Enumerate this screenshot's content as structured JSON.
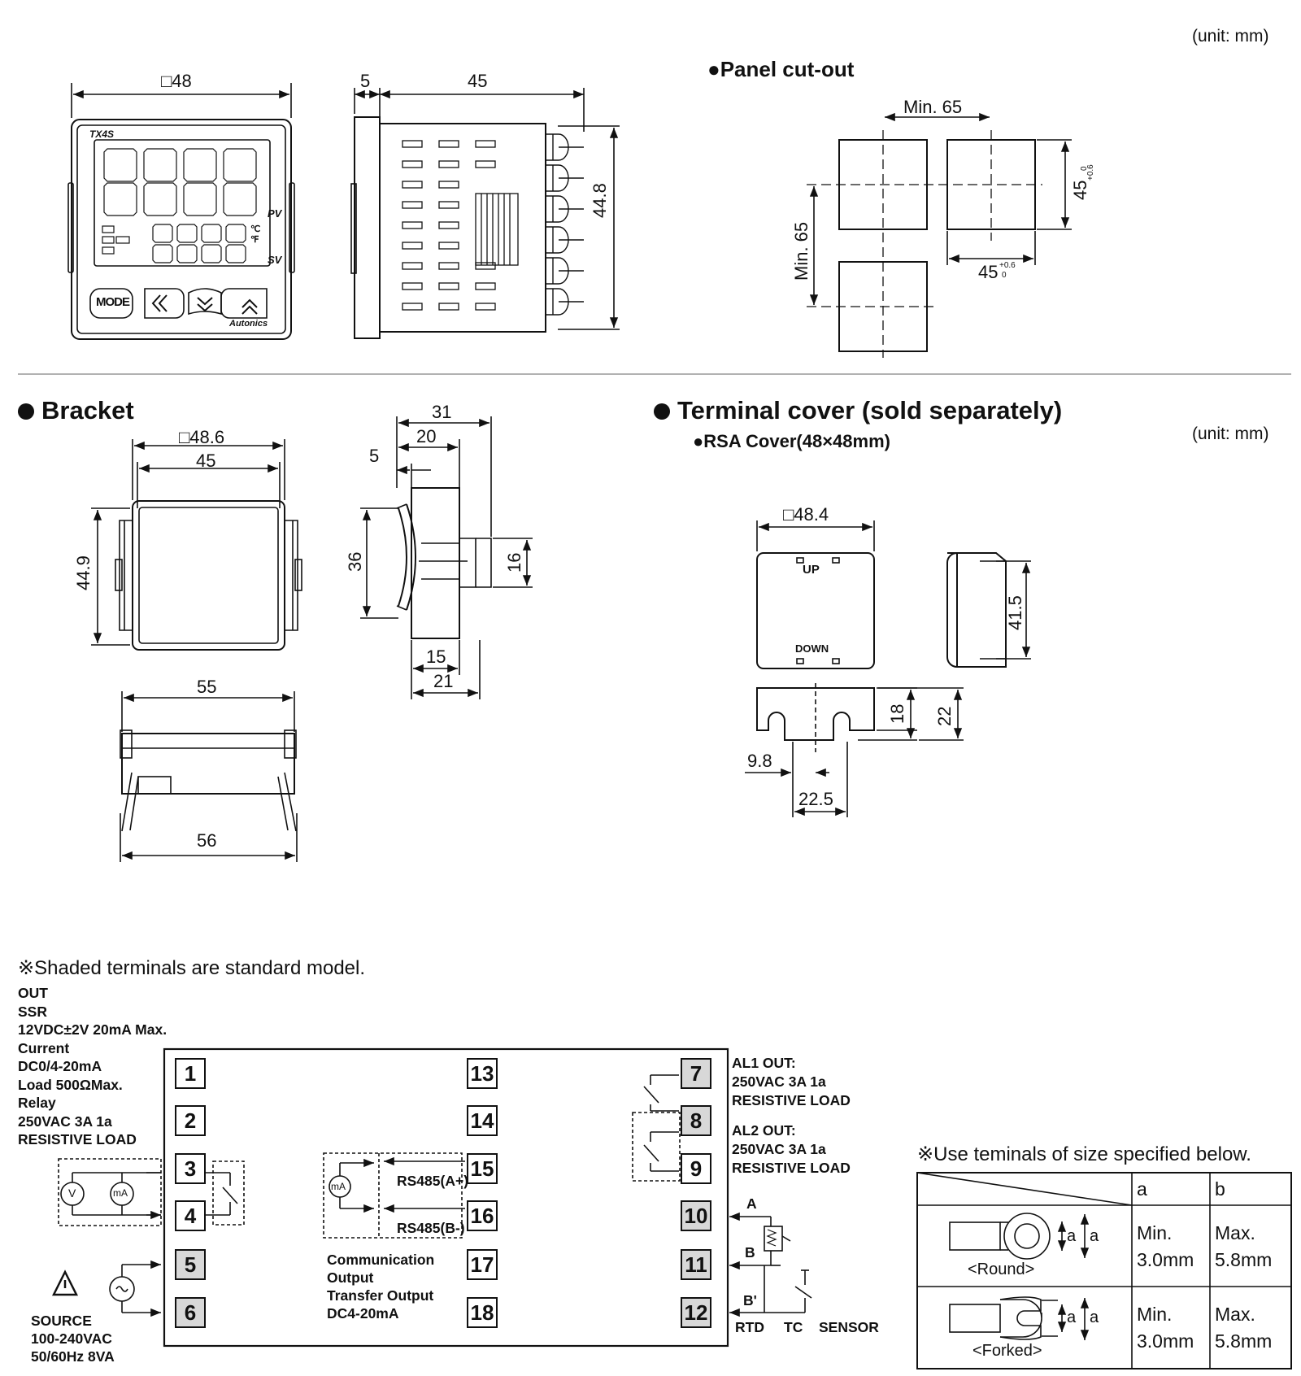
{
  "units": {
    "top": "(unit: mm)",
    "terminal_cover": "(unit: mm)"
  },
  "front_view": {
    "width_dim": "□48",
    "brand_model": "TX4S",
    "pv_label": "PV",
    "sv_label": "SV",
    "mode_key": "MODE",
    "brand": "Autonics",
    "unit_c": "℃",
    "unit_f": "℉"
  },
  "side_view": {
    "bezel_dim": "5",
    "depth_dim": "45",
    "height_dim": "44.8"
  },
  "panel_cutout": {
    "title": "●Panel cut-out",
    "min_h": "Min. 65",
    "min_v": "Min. 65",
    "cut_h": "45",
    "cut_v": "45",
    "tol_plus": "+0.6",
    "tol_zero": "0"
  },
  "bracket": {
    "title": "Bracket",
    "front": {
      "outer": "□48.6",
      "inner": "45",
      "height": "44.9"
    },
    "side": {
      "d31": "31",
      "d20": "20",
      "d5": "5",
      "d36": "36",
      "d16": "16",
      "d15": "15",
      "d21": "21"
    },
    "bottom": {
      "d55": "55",
      "d56": "56"
    }
  },
  "terminal_cover": {
    "title": "Terminal cover (sold separately)",
    "subtitle": "●RSA Cover(48×48mm)",
    "size": "□48.4",
    "up": "UP",
    "down": "DOWN",
    "d41_5": "41.5",
    "d18": "18",
    "d22": "22",
    "d9_8": "9.8",
    "d22_5": "22.5"
  },
  "wiring": {
    "note": "※Shaded terminals are standard model.",
    "out_spec": [
      "OUT",
      "SSR",
      "12VDC±2V 20mA Max.",
      "Current",
      "DC0/4-20mA",
      "Load 500ΩMax.",
      "Relay",
      "250VAC 3A 1a",
      "RESISTIVE LOAD"
    ],
    "terminals_left": [
      "1",
      "2",
      "3",
      "4",
      "5",
      "6"
    ],
    "terminals_mid": [
      "13",
      "14",
      "15",
      "16",
      "17",
      "18"
    ],
    "terminals_right": [
      "7",
      "8",
      "9",
      "10",
      "11",
      "12"
    ],
    "al1": [
      "AL1 OUT:",
      "250VAC 3A 1a",
      "RESISTIVE LOAD"
    ],
    "al2": [
      "AL2 OUT:",
      "250VAC 3A 1a",
      "RESISTIVE LOAD"
    ],
    "rs485_a": "RS485(A+)",
    "rs485_b": "RS485(B-)",
    "comm": [
      "Communication",
      "Output",
      "Transfer Output",
      "DC4-20mA"
    ],
    "source": [
      "SOURCE",
      "100-240VAC",
      "50/60Hz 8VA"
    ],
    "sensor_a": "A",
    "sensor_b": "B",
    "sensor_bp": "B'",
    "rtd": "RTD",
    "tc": "TC",
    "sensor": "SENSOR",
    "v_sym": "V",
    "ma_sym": "mA",
    "ma2_sym": "mA"
  },
  "terminal_size": {
    "note": "※Use teminals of size specified below.",
    "col_a": "a",
    "col_b": "b",
    "rows": [
      {
        "name": "<Round>",
        "min_a": "Min.",
        "min_v": "3.0mm",
        "max_a": "Max.",
        "max_v": "5.8mm"
      },
      {
        "name": "<Forked>",
        "min_a": "Min.",
        "min_v": "3.0mm",
        "max_a": "Max.",
        "max_v": "5.8mm"
      }
    ],
    "dim_a": "a"
  }
}
